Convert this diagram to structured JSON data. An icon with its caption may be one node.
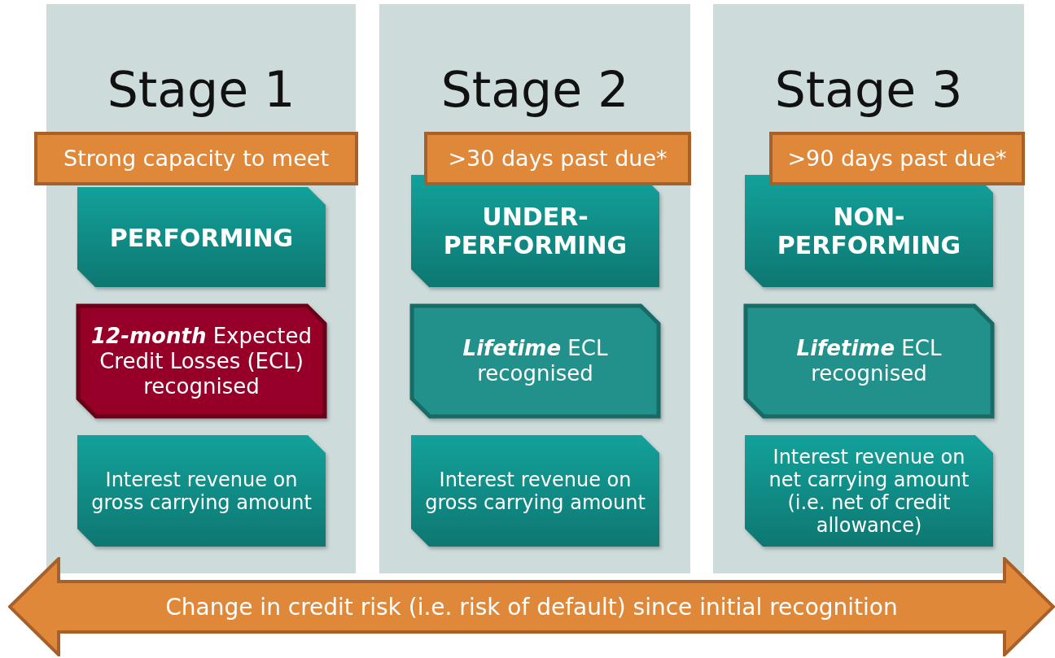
{
  "diagram": {
    "nodes": [
      {
        "text": [
          "Stage 1"
        ]
      },
      {
        "text": [
          "Strong capacity to meet"
        ],
        "in": 0
      },
      {
        "text": [
          "PERFORMING"
        ],
        "in": 0
      },
      {
        "text": [
          "**12-month** Expected Credit Losses (ECL) recognised"
        ],
        "in": 0
      },
      {
        "text": [
          "Interest revenue on gross carrying amount"
        ],
        "in": 0
      },
      {
        "text": [
          "Stage 2"
        ]
      },
      {
        "text": [
          ">30 days past due*"
        ],
        "in": 5
      },
      {
        "text": [
          "UNDER- PERFORMING"
        ],
        "in": 5
      },
      {
        "text": [
          "**Lifetime** ECL recognised"
        ],
        "in": 5
      },
      {
        "text": [
          "Interest revenue on gross carrying amount"
        ],
        "in": 5
      },
      {
        "text": [
          "Stage 3"
        ]
      },
      {
        "text": [
          ">90 days past due*"
        ],
        "in": 10
      },
      {
        "text": [
          "NON- PERFORMING"
        ],
        "in": 10
      },
      {
        "text": [
          "**Lifetime** ECL recognised"
        ],
        "in": 10
      },
      {
        "text": [
          "Interest revenue on net carrying amount (i.e. net of credit allowance)"
        ],
        "in": 10
      },
      {
        "text": [
          "Change in credit risk (i.e. risk of default) since initial recognition"
        ]
      }
    ],
    "edges": []
  }
}
